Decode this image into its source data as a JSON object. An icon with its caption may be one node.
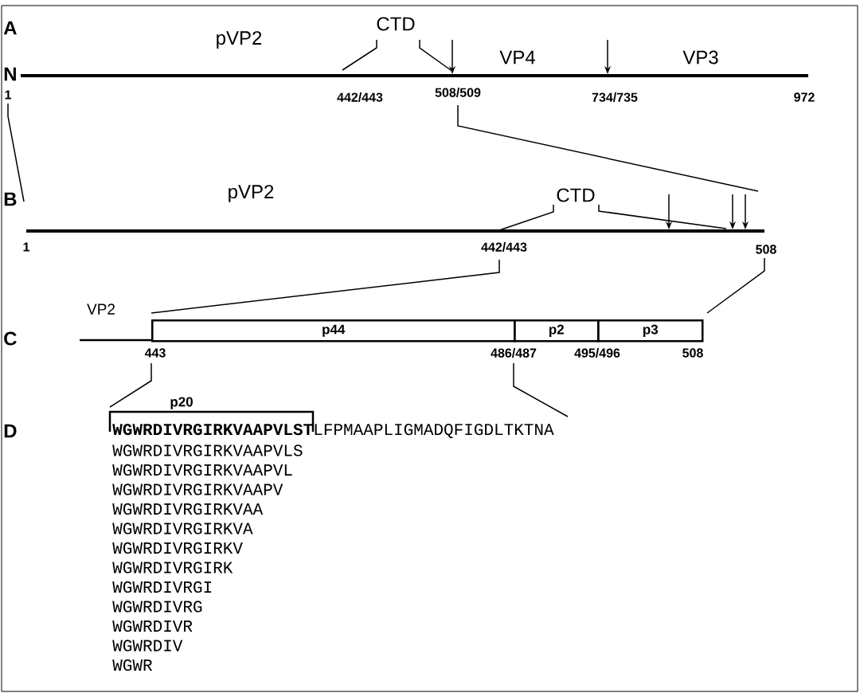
{
  "diagram": {
    "nodes": [
      {
        "text": [
          "p44"
        ]
      },
      {
        "text": [
          "p2"
        ]
      },
      {
        "text": [
          "p3"
        ]
      },
      {
        "text": [
          "p20"
        ]
      }
    ],
    "labels": [
      "A",
      "CTD",
      "pVP2",
      "VP4",
      "VP3",
      "N",
      "1",
      "442/443",
      "508/509",
      "734/735",
      "972",
      "B",
      "pVP2",
      "CTD",
      "1",
      "442/443",
      "508",
      "VP2",
      "C",
      "443",
      "486/487",
      "495/496",
      "508",
      "D",
      "**WGWRDIVRGIRKVAAPVLST**LFPMAAPLIGMADQFIGDLTKTNA",
      "WGWRDIVRGIRKVAAPVLS",
      "WGWRDIVRGIRKVAAPVL",
      "WGWRDIVRGIRKVAAPV",
      "WGWRDIVRGIRKVAA",
      "WGWRDIVRGIRKVA",
      "WGWRDIVRGIRKV",
      "WGWRDIVRGIRK",
      "WGWRDIVRGI",
      "WGWRDIVRG",
      "WGWRDIVR",
      "WGWRDIV",
      "WGWR"
    ]
  }
}
